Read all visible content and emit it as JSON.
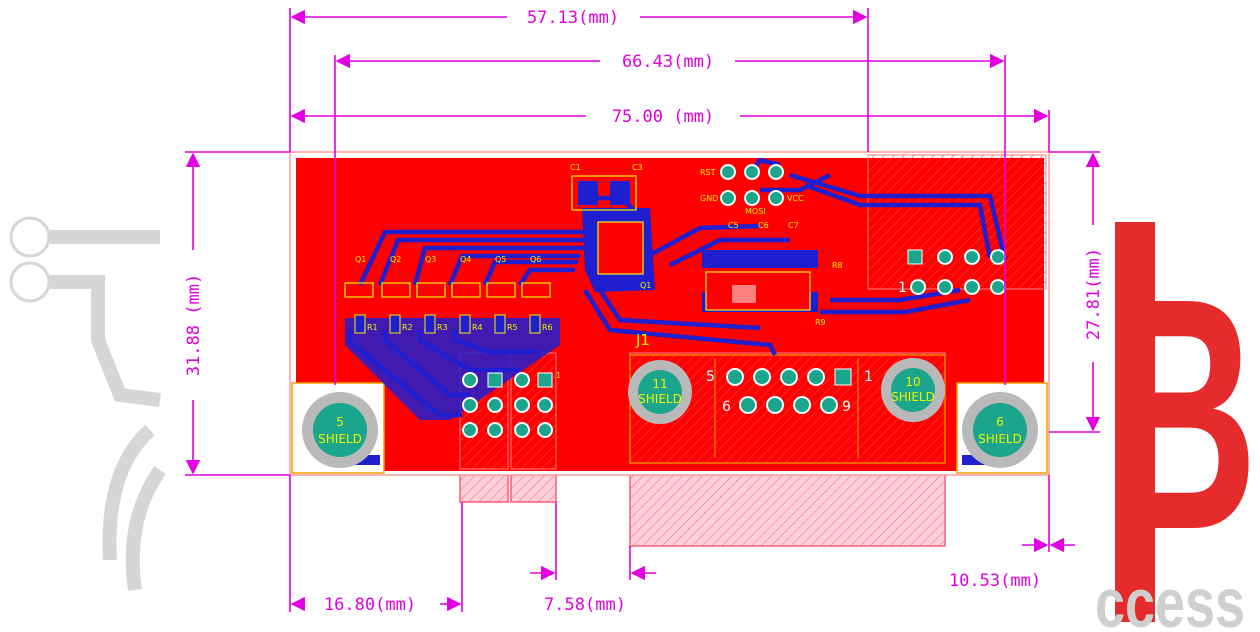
{
  "dimensions": {
    "top1": "57.13(mm)",
    "top2": "66.43(mm)",
    "top3": "75.00 (mm)",
    "left_height": "31.88 (mm)",
    "right_height": "27.81(mm)",
    "bottom_left": "16.80(mm)",
    "bottom_mid": "7.58(mm)",
    "bottom_right": "10.53(mm)"
  },
  "silkscreen": {
    "transistors": [
      "Q1",
      "Q2",
      "Q3",
      "Q4",
      "Q5",
      "Q6"
    ],
    "resistors": [
      "R1",
      "R2",
      "R3",
      "R4",
      "R5",
      "R6"
    ],
    "caps_top": [
      "C1",
      "C3"
    ],
    "caps_mid": [
      "C5",
      "C6",
      "C7"
    ],
    "header_labels": [
      "RST",
      "GND",
      "MOSI",
      "VCC"
    ],
    "q_small": "Q1",
    "r8": "R8",
    "r9": "R9",
    "connector": "J1",
    "conn_pin_5": "5",
    "conn_pin_1": "1",
    "conn_pin_6": "6",
    "conn_pin_9": "9",
    "header_pin_1": "1",
    "header_pin_1b": "1"
  },
  "holes": [
    {
      "number": "5",
      "label": "SHIELD"
    },
    {
      "number": "11",
      "label": "SHIELD"
    },
    {
      "number": "10",
      "label": "SHIELD"
    },
    {
      "number": "6",
      "label": "SHIELD"
    }
  ],
  "watermark": {
    "letter": "B",
    "text": "ccess"
  },
  "colors": {
    "dimension": "#e100e1",
    "copper_top": "#ff0000",
    "copper_bottom": "#1f1fd0",
    "silkscreen": "#f5f000",
    "pad": "#1aa58c",
    "hole_ring": "#b9b9b9"
  }
}
